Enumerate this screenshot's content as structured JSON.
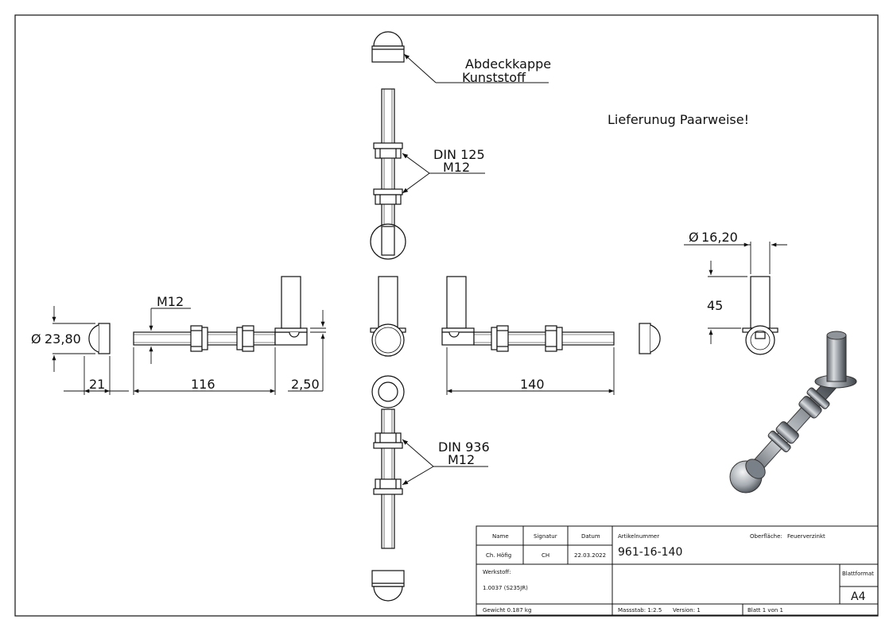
{
  "notes": {
    "cap_label_1": "Abdeckkappe",
    "cap_label_2": "Kunststoff",
    "delivery": "Lieferunug Paarweise!",
    "nut_top_1": "DIN 125",
    "nut_top_2": "M12",
    "nut_bottom_1": "DIN 936",
    "nut_bottom_2": "M12"
  },
  "dimensions": {
    "cap_diameter": "23,80",
    "cap_length": "21",
    "thread": "M12",
    "thread_length": "116",
    "plate": "2,50",
    "total_length": "140",
    "pin_diameter": "16,20",
    "pin_height": "45",
    "diameter_symbol": "Ø"
  },
  "title_block": {
    "name_label": "Name",
    "signature_label": "Signatur",
    "date_label": "Datum",
    "name_value": "Ch. Höfig",
    "signature_value": "CH",
    "date_value": "22.03.2022",
    "article_label": "Artikelnummer",
    "article_value": "961-16-140",
    "surface_label": "Oberfläche:",
    "surface_value": "Feuerverzinkt",
    "material_label": "Werkstoff:",
    "material_value": "1.0037 (S235JR)",
    "format_label": "Blattformat",
    "format_value": "A4",
    "weight": "Gewicht 0.187 kg",
    "scale": "Massstab: 1:2.5",
    "version": "Version: 1",
    "sheet": "Blatt 1 von 1"
  },
  "colors": {
    "line": "#111111",
    "steel_light": "#e6e8ea",
    "steel_mid": "#9aa0a6",
    "steel_dark": "#4a4f55"
  }
}
